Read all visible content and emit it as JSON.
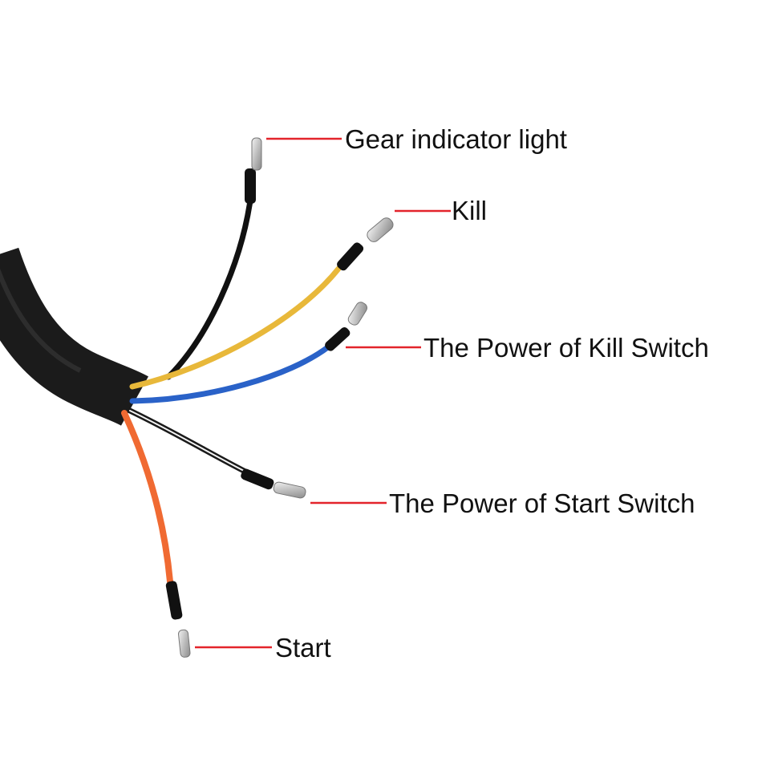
{
  "labels": {
    "gear_indicator": "Gear indicator light",
    "kill": "Kill",
    "kill_switch_power": "The Power of Kill Switch",
    "start_switch_power": "The Power of Start Switch",
    "start": "Start"
  },
  "colors": {
    "background": "#ffffff",
    "callout_line": "#e3242b",
    "sheath": "#1b1b1b",
    "wire_black": "#111111",
    "wire_yellow": "#e8b83a",
    "wire_blue": "#2a62c8",
    "wire_orange": "#f06a32",
    "wire_black_white": "#1a1a1a",
    "connector_metal": "#c9c9c9"
  },
  "wires": [
    {
      "name": "gear-indicator-wire",
      "color_key": "wire_black"
    },
    {
      "name": "kill-wire",
      "color_key": "wire_yellow"
    },
    {
      "name": "kill-switch-power-wire",
      "color_key": "wire_blue"
    },
    {
      "name": "start-switch-power-wire",
      "color_key": "wire_black_white"
    },
    {
      "name": "start-wire",
      "color_key": "wire_orange"
    }
  ]
}
